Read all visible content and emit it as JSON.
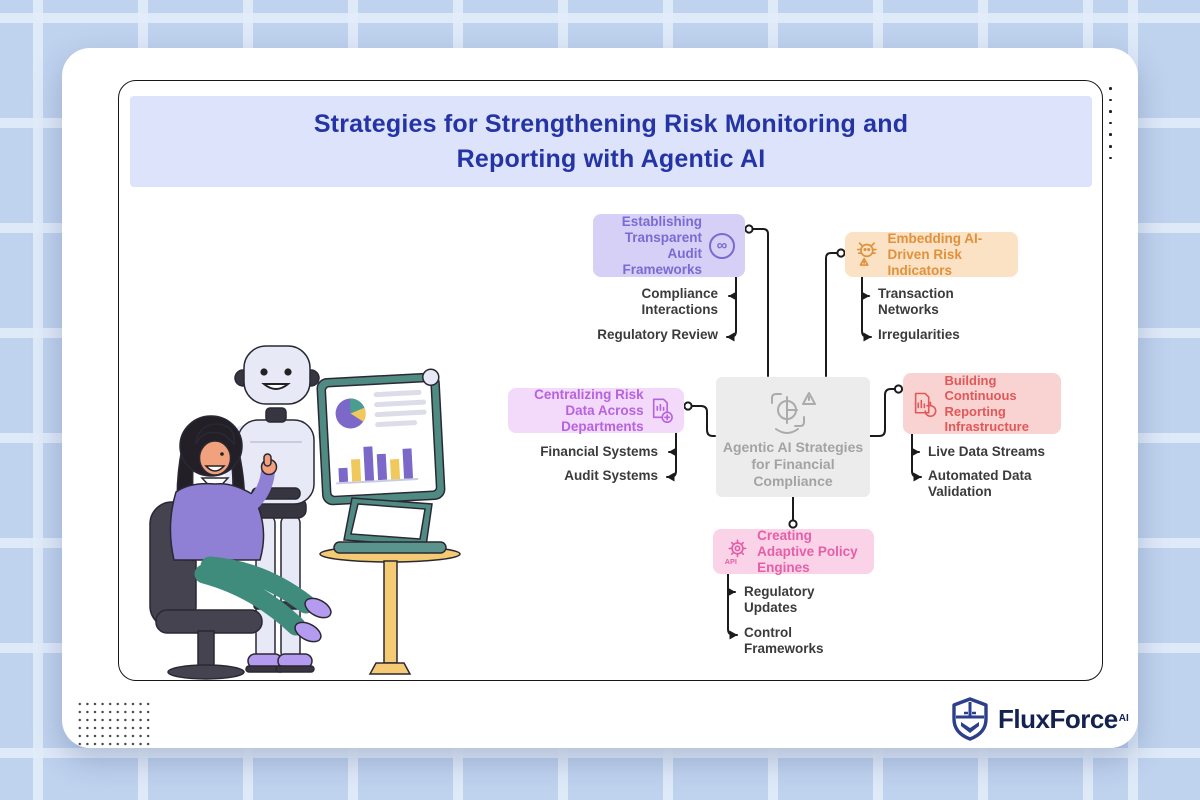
{
  "title": {
    "line1": "Strategies for Strengthening Risk Monitoring and",
    "line2": "Reporting with Agentic AI"
  },
  "center": {
    "label": "Agentic AI Strategies for Financial Compliance"
  },
  "branches": [
    {
      "label": "Establishing Transparent Audit Frameworks",
      "icon": "swirl-circle-icon",
      "accent": "#7a6bd2",
      "bg": "#d6cff6",
      "children": [
        "Compliance Interactions",
        "Regulatory Review"
      ]
    },
    {
      "label": "Embedding AI-Driven Risk Indicators",
      "icon": "bug-alert-icon",
      "accent": "#e0913c",
      "bg": "#fbe2c5",
      "children": [
        "Transaction Networks",
        "Irregularities"
      ]
    },
    {
      "label": "Centralizing Risk Data Across Departments",
      "icon": "document-plus-icon",
      "accent": "#b763de",
      "bg": "#f3d9fa",
      "children": [
        "Financial Systems",
        "Audit Systems"
      ]
    },
    {
      "label": "Building Continuous Reporting Infrastructure",
      "icon": "document-refresh-icon",
      "accent": "#e25858",
      "bg": "#f9d2d2",
      "children": [
        "Live Data Streams",
        "Automated Data Validation"
      ]
    },
    {
      "label": "Creating Adaptive Policy Engines",
      "icon": "gear-api-icon",
      "accent": "#e55fa8",
      "bg": "#fbd3e8",
      "children": [
        "Regulatory Updates",
        "Control Frameworks"
      ]
    }
  ],
  "icons": {
    "infinity_glyph": "∞",
    "api_label": "API"
  },
  "logo": {
    "brand": "FluxForce",
    "suffix": "AI"
  },
  "colors": {
    "background": "#bfd2ee",
    "banner_bg": "#dce3fa",
    "title_text": "#2434a4",
    "center_bg": "#ececec",
    "center_text": "#a3a3a3",
    "connector": "#1b1b1b",
    "sub_text": "#3b3b3b",
    "logo_navy": "#14224f"
  }
}
